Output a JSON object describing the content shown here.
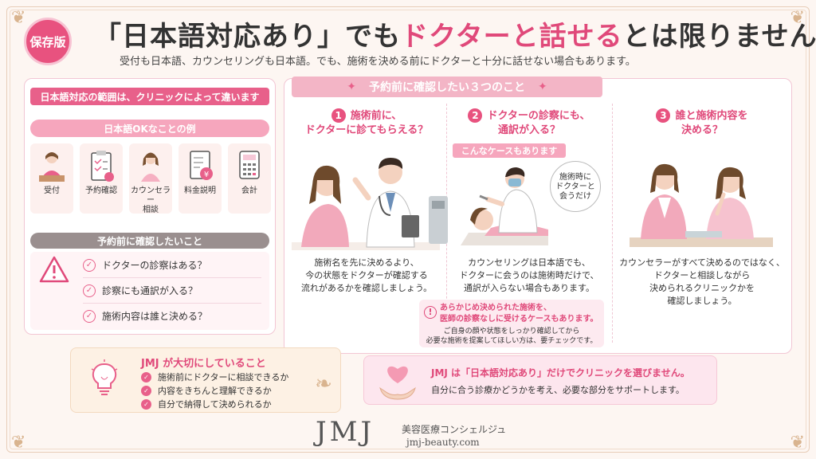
{
  "badge": "保存版",
  "title": {
    "part1": "「日本語対応あり」でも",
    "highlight": "ドクターと話せる",
    "part2": "とは限りません"
  },
  "subtitle": "受付も日本語、カウンセリングも日本語。でも、施術を決める前にドクターと十分に話せない場合もあります。",
  "left_panel": {
    "header": "日本語対応の範囲は、クリニックによって違います",
    "ok_header": "日本語OKなことの例",
    "ok_items": [
      {
        "label": "受付",
        "icon": "receptionist-icon"
      },
      {
        "label": "予約確認",
        "icon": "clipboard-check-icon"
      },
      {
        "label": "カウンセラー\n相談",
        "icon": "counselor-icon"
      },
      {
        "label": "料金説明",
        "icon": "price-document-icon"
      },
      {
        "label": "会計",
        "icon": "calculator-icon"
      }
    ],
    "check_header": "予約前に確認したいこと",
    "checks": [
      "ドクターの診察はある？",
      "診察にも通訳が入る？",
      "施術内容は誰と決める？"
    ]
  },
  "right_panel": {
    "header": "予約前に確認したい３つのこと",
    "steps": [
      {
        "num": "1",
        "title_line1": "施術前に、",
        "title_line2": "ドクターに診てもらえる？",
        "desc": [
          "施術名を先に決めるより、",
          "今の状態をドクターが確認する",
          "流れがあるかを確認しましょう。"
        ]
      },
      {
        "num": "2",
        "title_line1": "ドクターの診察にも、",
        "title_line2": "通訳が入る？",
        "case_label": "こんなケースもあります",
        "bubble": [
          "施術時に",
          "ドクターと",
          "会うだけ"
        ],
        "desc": [
          "カウンセリングは日本語でも、",
          "ドクターに会うのは施術時だけで、",
          "通訳が入らない場合もあります。"
        ],
        "note_title": [
          "あらかじめ決められた施術を、",
          "医師の診察なしに受けるケースもあります。"
        ],
        "note_body": [
          "ご自身の顔や状態をしっかり確認してから",
          "必要な施術を提案してほしい方は、要チェックです。"
        ]
      },
      {
        "num": "3",
        "title_line1": "誰と施術内容を",
        "title_line2": "決める？",
        "desc": [
          "カウンセラーがすべて決めるのではなく、",
          "ドクターと相談しながら",
          "決められるクリニックかを",
          "確認しましょう。"
        ]
      }
    ]
  },
  "jmj_values": {
    "title": "JMJ が大切にしていること",
    "items": [
      "施術前にドクターに相談できるか",
      "内容をきちんと理解できるか",
      "自分で納得して決められるか"
    ]
  },
  "jmj_message": {
    "line1": "JMJ は「日本語対応あり」だけでクリニックを選びません。",
    "line2": "自分に合う診療かどうかを考え、必要な部分をサポートします。"
  },
  "footer": {
    "logo": "JMJ",
    "tagline": "美容医療コンシェルジュ",
    "url": "jmj-beauty.com"
  },
  "colors": {
    "accent": "#e0497a",
    "accent_light": "#f6a6bd",
    "background": "#fdf6f2",
    "gold": "#d9b48f"
  }
}
